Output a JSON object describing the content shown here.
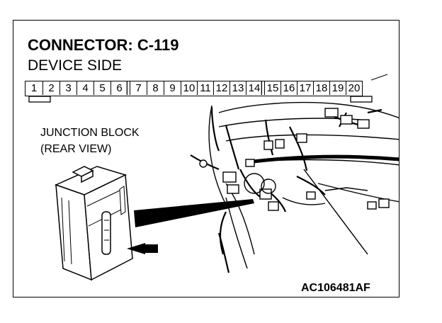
{
  "header": {
    "title": "CONNECTOR: C-119",
    "subtitle": "DEVICE SIDE"
  },
  "connector": {
    "pins": [
      "1",
      "2",
      "3",
      "4",
      "5",
      "6",
      "7",
      "8",
      "9",
      "10",
      "11",
      "12",
      "13",
      "14",
      "15",
      "16",
      "17",
      "18",
      "19",
      "20"
    ]
  },
  "junction_block": {
    "label_line1": "JUNCTION BLOCK",
    "label_line2": "(REAR VIEW)"
  },
  "reference_code": "AC106481AF"
}
